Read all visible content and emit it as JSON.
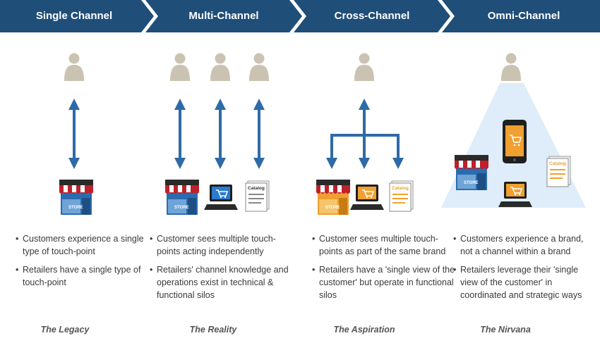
{
  "stages": [
    {
      "title": "Single Channel",
      "bullets": [
        "Customers experience a single type of touch-point",
        "Retailers have a single type of touch-point"
      ],
      "caption": "The Legacy"
    },
    {
      "title": "Multi-Channel",
      "bullets": [
        "Customer sees multiple touch-points acting independently",
        "Retailers' channel knowledge and operations exist in technical & functional silos"
      ],
      "caption": "The Reality"
    },
    {
      "title": "Cross-Channel",
      "bullets": [
        "Customer sees multiple touch-points as part of the same brand",
        "Retailers have a 'single view of the customer' but  operate in functional silos"
      ],
      "caption": "The Aspiration"
    },
    {
      "title": "Omni-Channel",
      "bullets": [
        "Customers experience a brand, not a channel within a brand",
        "Retailers leverage their 'single view of the customer' in coordinated and strategic ways"
      ],
      "caption": "The Nirvana"
    }
  ],
  "icon_labels": {
    "store": "STORE",
    "catalog": "Catalog"
  },
  "colors": {
    "chevron": "#1f4e79",
    "arrow": "#2e6aa8",
    "person": "#cbc3b2",
    "store_awning_red": "#c0202a",
    "highlight_orange": "#f0a030",
    "omni_glow": "#d6e9f7"
  }
}
